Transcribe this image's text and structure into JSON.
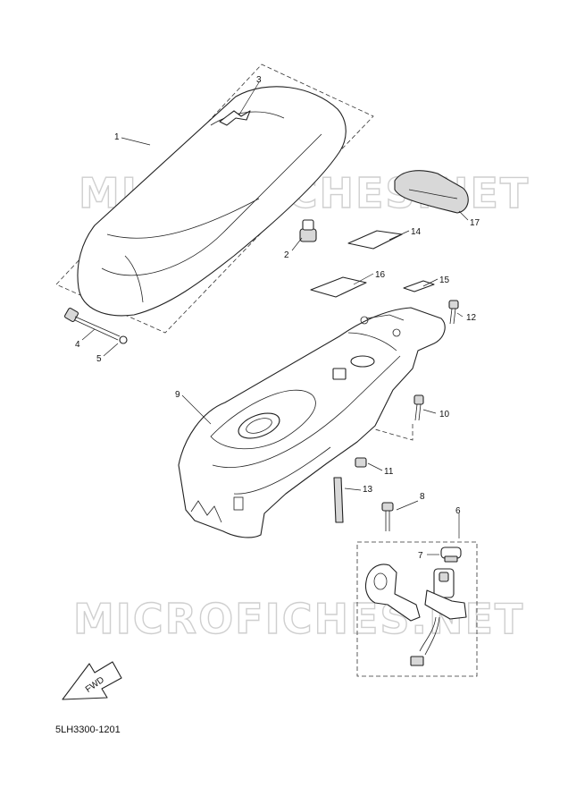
{
  "watermark": "MICROFICHES.NET",
  "diagram_code": "5LH3300-1201",
  "fwd_label": "FWD",
  "callouts": {
    "c1": "1",
    "c2": "2",
    "c3": "3",
    "c4": "4",
    "c5": "5",
    "c6": "6",
    "c7": "7",
    "c8": "8",
    "c9": "9",
    "c10": "10",
    "c11": "11",
    "c12": "12",
    "c13": "13",
    "c14": "14",
    "c15": "15",
    "c16": "16",
    "c17": "17"
  }
}
